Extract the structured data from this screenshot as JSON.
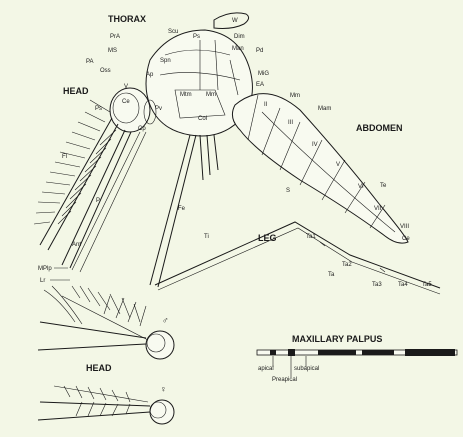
{
  "regions": {
    "thorax": "THORAX",
    "head": "HEAD",
    "abdomen": "ABDOMEN",
    "leg": "LEG",
    "head2": "HEAD"
  },
  "labels": {
    "scu": "Scu",
    "psb": "Ps",
    "w": "W",
    "pra": "PrA",
    "ms": "MS",
    "dm": "Dim",
    "man": "Man",
    "pd": "Pd",
    "pa": "PA",
    "spn": "Spn",
    "os": "Oss",
    "ap": "Ap",
    "mg": "MiG",
    "ea": "EA",
    "mm": "Mm",
    "mam": "Mam",
    "v": "V",
    "ce": "Ce",
    "pv": "Pv",
    "ps": "Ps",
    "cp": "Cp",
    "mtm": "Mtm",
    "mm2": "Mm",
    "coi": "Coi",
    "ii": "II",
    "iii": "III",
    "iv": "IV",
    "vv": "V",
    "vi": "VI",
    "vii": "VII",
    "viii": "VIII",
    "te": "Te",
    "ce2": "Ce",
    "s": "S",
    "fl": "Fl",
    "ant": "Ant",
    "p": "P",
    "mplp": "MPlp",
    "lr": "Lr",
    "fe": "Fe",
    "ti": "Ti",
    "ta1": "Ta1",
    "ta2": "Ta2",
    "ta3": "Ta3",
    "ta4": "Ta4",
    "ta5": "Ta5",
    "ta": "Ta"
  },
  "sex": {
    "male": "♂",
    "female": "♀"
  },
  "palpus": {
    "title": "MAXILLARY PALPUS",
    "apical": "apical",
    "subapical": "subapical",
    "preapical": "Preapical"
  }
}
